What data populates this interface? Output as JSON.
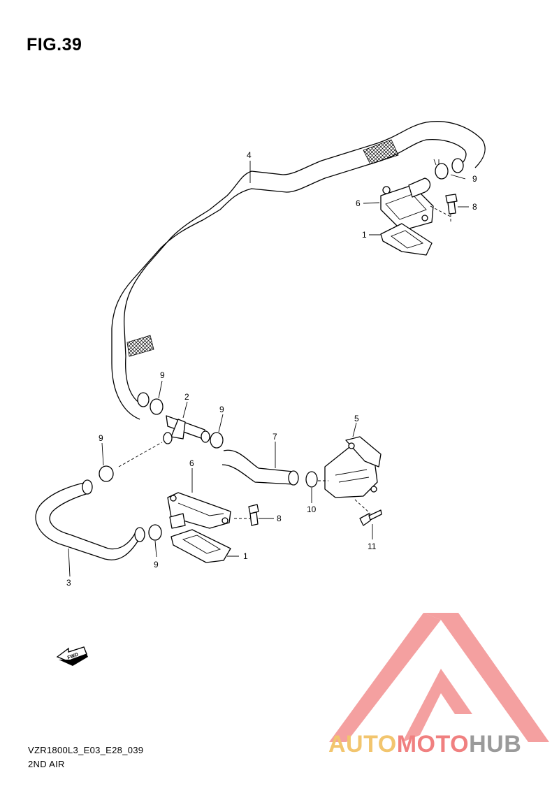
{
  "figure": {
    "title": "FIG.39"
  },
  "callouts": [
    {
      "id": "c4",
      "text": "4"
    },
    {
      "id": "c9a",
      "text": "9"
    },
    {
      "id": "c6a",
      "text": "6"
    },
    {
      "id": "c8a",
      "text": "8"
    },
    {
      "id": "c1a",
      "text": "1"
    },
    {
      "id": "c9b",
      "text": "9"
    },
    {
      "id": "c2",
      "text": "2"
    },
    {
      "id": "c9c",
      "text": "9"
    },
    {
      "id": "c5",
      "text": "5"
    },
    {
      "id": "c9d",
      "text": "9"
    },
    {
      "id": "c7",
      "text": "7"
    },
    {
      "id": "c6b",
      "text": "6"
    },
    {
      "id": "c10",
      "text": "10"
    },
    {
      "id": "c8b",
      "text": "8"
    },
    {
      "id": "c1b",
      "text": "1"
    },
    {
      "id": "c9e",
      "text": "9"
    },
    {
      "id": "c11",
      "text": "11"
    },
    {
      "id": "c3",
      "text": "3"
    }
  ],
  "fwd_arrow": {
    "label": "FWD"
  },
  "footer": {
    "model_code": "VZR1800L3_E03_E28_039",
    "section_name": "2ND AIR"
  },
  "watermark": {
    "part1": "AUTO",
    "part2": "MOTO",
    "part3": "HUB",
    "colors": {
      "auto": "#f2c56e",
      "moto": "#f08080",
      "hub": "#9a9a9a",
      "triangle": "#f08080"
    }
  }
}
